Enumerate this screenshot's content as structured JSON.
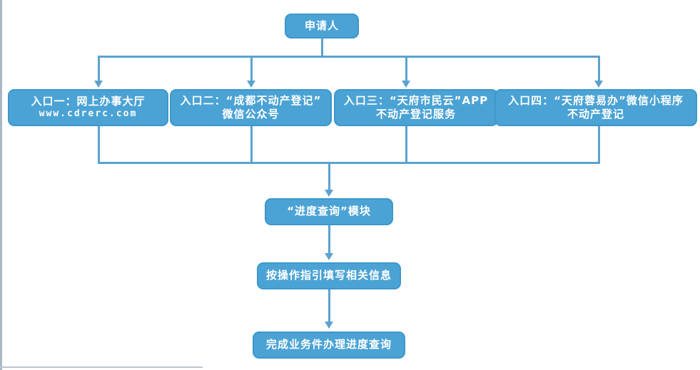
{
  "colors": {
    "node_fill": "#4BA3D5",
    "node_border": "#3D97CB",
    "connector": "#5BA3CF",
    "node_text": "#FFFFFF"
  },
  "root": {
    "label": "申请人"
  },
  "entries": [
    {
      "line1": "入口一：网上办事大厅",
      "line2": "www.cdrerc.com"
    },
    {
      "line1": "入口二：“成都不动产登记”",
      "line2": "微信公众号"
    },
    {
      "line1": "入口三：“天府市民云”APP",
      "line2": "不动产登记服务"
    },
    {
      "line1": "入口四：“天府蓉易办”微信小程序",
      "line2": "不动产登记"
    }
  ],
  "steps": [
    {
      "label": "“进度查询”模块"
    },
    {
      "label": "按操作指引填写相关信息"
    },
    {
      "label": "完成业务件办理进度查询"
    }
  ]
}
